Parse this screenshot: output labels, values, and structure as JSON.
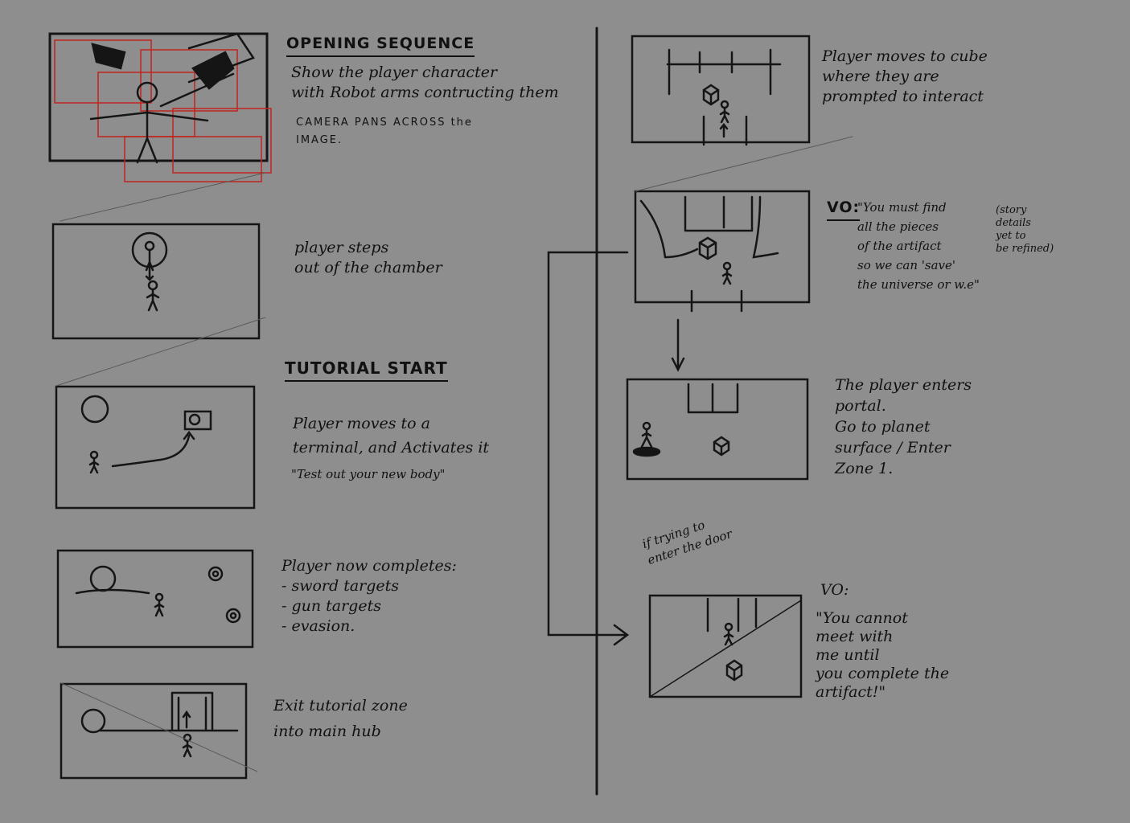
{
  "left": {
    "opening_title": "OPENING SEQUENCE",
    "opening_text": "Show the player character\nwith Robot arms contructing them",
    "camera_note": "CAMERA PANS ACROSS the\nIMAGE.",
    "panel2_text": "player steps\nout of the chamber",
    "tutorial_title": "TUTORIAL START",
    "panel3_text": "Player moves to a\nterminal, and Activates it",
    "panel3_quote": "\"Test out your new body\"",
    "panel4_text": "Player now completes:\n- sword targets\n- gun targets\n- evasion.",
    "panel5_text": "Exit tutorial zone\ninto main hub"
  },
  "right": {
    "panel1_text": "Player moves to cube\nwhere they are\nprompted to interact",
    "vo1_label": "VO:",
    "vo1_text": "\"You must find\nall the pieces\nof the artifact\nso we can 'save'\nthe universe or w.e\"",
    "vo1_aside": "(story\ndetails\nyet to\nbe refined)",
    "panel3_text": "The player enters\nportal.\nGo to planet\nsurface / Enter\nZone 1.",
    "branch_text": "if trying to\nenter the door",
    "vo2_label": "VO:",
    "vo2_text": "\"You cannot\nmeet with\nme until\nyou complete the\nartifact!\""
  },
  "colors": {
    "background": "#8e8e8e",
    "ink": "#141414",
    "camera_frames": "#c0241f"
  }
}
